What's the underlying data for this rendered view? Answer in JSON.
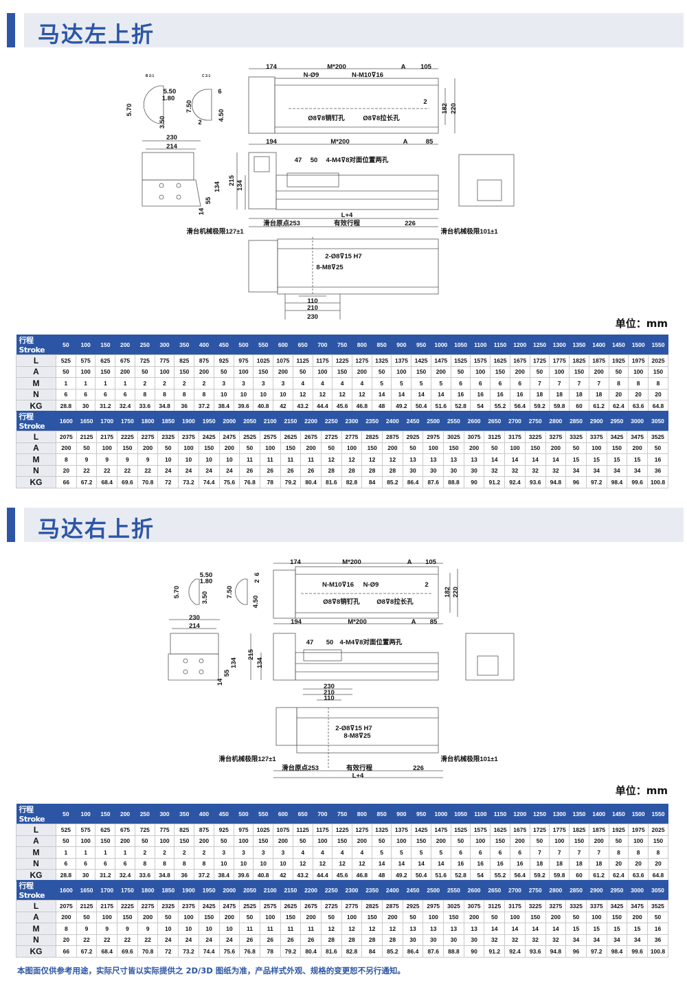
{
  "sections": [
    {
      "title": "马达左上折"
    },
    {
      "title": "马达右上折"
    }
  ],
  "unit_label": "单位：mm",
  "drawing_labels": {
    "d174": "174",
    "m200": "M*200",
    "a": "A",
    "d105": "105",
    "n9": "N-Ø9",
    "nm10": "N-M10⊽16",
    "d2": "2",
    "d182": "182",
    "d220": "220",
    "pin": "Ø8⊽8销钉孔",
    "slot": "Ø8⊽8拉长孔",
    "d194": "194",
    "d85": "85",
    "d550": "5.50",
    "d180": "1.80",
    "d570": "5.70",
    "d350": "3.50",
    "d6": "6",
    "d750": "7.50",
    "d450": "4.50",
    "d230": "230",
    "d214": "214",
    "d134": "134",
    "d55": "55",
    "d14": "14",
    "d215": "215",
    "d47": "47",
    "d50": "50",
    "m4": "4-M4⊽8对面位置两孔",
    "l4": "L+4",
    "origin": "滑台原点253",
    "stroke": "有效行程",
    "d226": "226",
    "lim127": "滑台机械极限127±1",
    "lim101": "滑台机械极限101±1",
    "h7": "2-Ø8⊽15 H7",
    "m8": "8-M8⊽25",
    "d110": "110",
    "d210": "210",
    "detail_b": "B 2:1",
    "detail_c": "C 2:1"
  },
  "spec_table": {
    "header_label": "行程 Stroke",
    "row_labels": [
      "L",
      "A",
      "M",
      "N",
      "KG"
    ],
    "blocks": [
      {
        "stroke": [
          50,
          100,
          150,
          200,
          250,
          300,
          350,
          400,
          450,
          500,
          550,
          600,
          650,
          700,
          750,
          800,
          850,
          900,
          950,
          1000,
          1050,
          1100,
          1150,
          1200,
          1250,
          1300,
          1350,
          1400,
          1450,
          1500,
          1550
        ],
        "rows": [
          [
            525,
            575,
            625,
            675,
            725,
            775,
            825,
            875,
            925,
            975,
            1025,
            1075,
            1125,
            1175,
            1225,
            1275,
            1325,
            1375,
            1425,
            1475,
            1525,
            1575,
            1625,
            1675,
            1725,
            1775,
            1825,
            1875,
            1925,
            1975,
            2025
          ],
          [
            50,
            100,
            150,
            200,
            50,
            100,
            150,
            200,
            50,
            100,
            150,
            200,
            50,
            100,
            150,
            200,
            50,
            100,
            150,
            200,
            50,
            100,
            150,
            200,
            50,
            100,
            150,
            200,
            50,
            100,
            150
          ],
          [
            1,
            1,
            1,
            1,
            2,
            2,
            2,
            2,
            3,
            3,
            3,
            3,
            4,
            4,
            4,
            4,
            5,
            5,
            5,
            5,
            6,
            6,
            6,
            6,
            7,
            7,
            7,
            7,
            8,
            8,
            8
          ],
          [
            6,
            6,
            6,
            6,
            8,
            8,
            8,
            8,
            10,
            10,
            10,
            10,
            12,
            12,
            12,
            12,
            14,
            14,
            14,
            14,
            16,
            16,
            16,
            16,
            18,
            18,
            18,
            18,
            20,
            20,
            20
          ],
          [
            "28.8",
            "30",
            "31.2",
            "32.4",
            "33.6",
            "34.8",
            "36",
            "37.2",
            "38.4",
            "39.6",
            "40.8",
            "42",
            "43.2",
            "44.4",
            "45.6",
            "46.8",
            "48",
            "49.2",
            "50.4",
            "51.6",
            "52.8",
            "54",
            "55.2",
            "56.4",
            "59.2",
            "59.8",
            "60",
            "61.2",
            "62.4",
            "63.6",
            "64.8"
          ]
        ]
      },
      {
        "stroke": [
          1600,
          1650,
          1700,
          1750,
          1800,
          1850,
          1900,
          1950,
          2000,
          2050,
          2100,
          2150,
          2200,
          2250,
          2300,
          2350,
          2400,
          2450,
          2500,
          2550,
          2600,
          2650,
          2700,
          2750,
          2800,
          2850,
          2900,
          2950,
          3000,
          3050
        ],
        "rows": [
          [
            2075,
            2125,
            2175,
            2225,
            2275,
            2325,
            2375,
            2425,
            2475,
            2525,
            2575,
            2625,
            2675,
            2725,
            2775,
            2825,
            2875,
            2925,
            2975,
            3025,
            3075,
            3125,
            3175,
            3225,
            3275,
            3325,
            3375,
            3425,
            3475,
            3525
          ],
          [
            200,
            50,
            100,
            150,
            200,
            50,
            100,
            150,
            200,
            50,
            100,
            150,
            200,
            50,
            100,
            150,
            200,
            50,
            100,
            150,
            200,
            50,
            100,
            150,
            200,
            50,
            100,
            150,
            200,
            50
          ],
          [
            8,
            9,
            9,
            9,
            9,
            10,
            10,
            10,
            10,
            11,
            11,
            11,
            11,
            12,
            12,
            12,
            12,
            13,
            13,
            13,
            13,
            14,
            14,
            14,
            14,
            15,
            15,
            15,
            15,
            16
          ],
          [
            20,
            22,
            22,
            22,
            22,
            24,
            24,
            24,
            24,
            26,
            26,
            26,
            26,
            28,
            28,
            28,
            28,
            30,
            30,
            30,
            30,
            32,
            32,
            32,
            32,
            34,
            34,
            34,
            34,
            36
          ],
          [
            "66",
            "67.2",
            "68.4",
            "69.6",
            "70.8",
            "72",
            "73.2",
            "74.4",
            "75.6",
            "76.8",
            "78",
            "79.2",
            "80.4",
            "81.6",
            "82.8",
            "84",
            "85.2",
            "86.4",
            "87.6",
            "88.8",
            "90",
            "91.2",
            "92.4",
            "93.6",
            "94.8",
            "96",
            "97.2",
            "98.4",
            "99.6",
            "100.8"
          ]
        ]
      }
    ]
  },
  "footer_note": "本图面仅供参考用途，实际尺寸皆以实际提供之 2D/3D 图纸为准，产品样式外观、规格的变更恕不另行通知。",
  "colors": {
    "brand": "#2c56a5",
    "band": "#e8ebf2"
  }
}
